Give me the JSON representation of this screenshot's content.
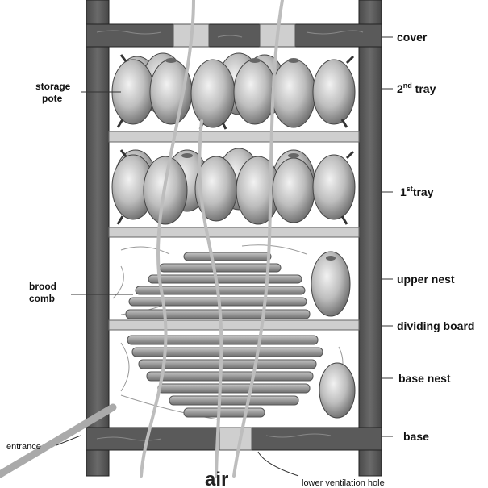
{
  "labels": {
    "cover": "cover",
    "tray2_prefix": "2",
    "tray2_sup": "nd",
    "tray2_suffix": " tray",
    "tray1_prefix": "1",
    "tray1_sup": "st",
    "tray1_suffix": "tray",
    "upper_nest": "upper nest",
    "dividing_board": "dividing board",
    "base_nest": "base nest",
    "base": "base",
    "storage_line1": "storage",
    "storage_line2": "pote",
    "brood_line1": "brood",
    "brood_line2": "comb",
    "entrance": "entrance",
    "air": "air",
    "lower_vent": "lower ventilation hole"
  }
}
